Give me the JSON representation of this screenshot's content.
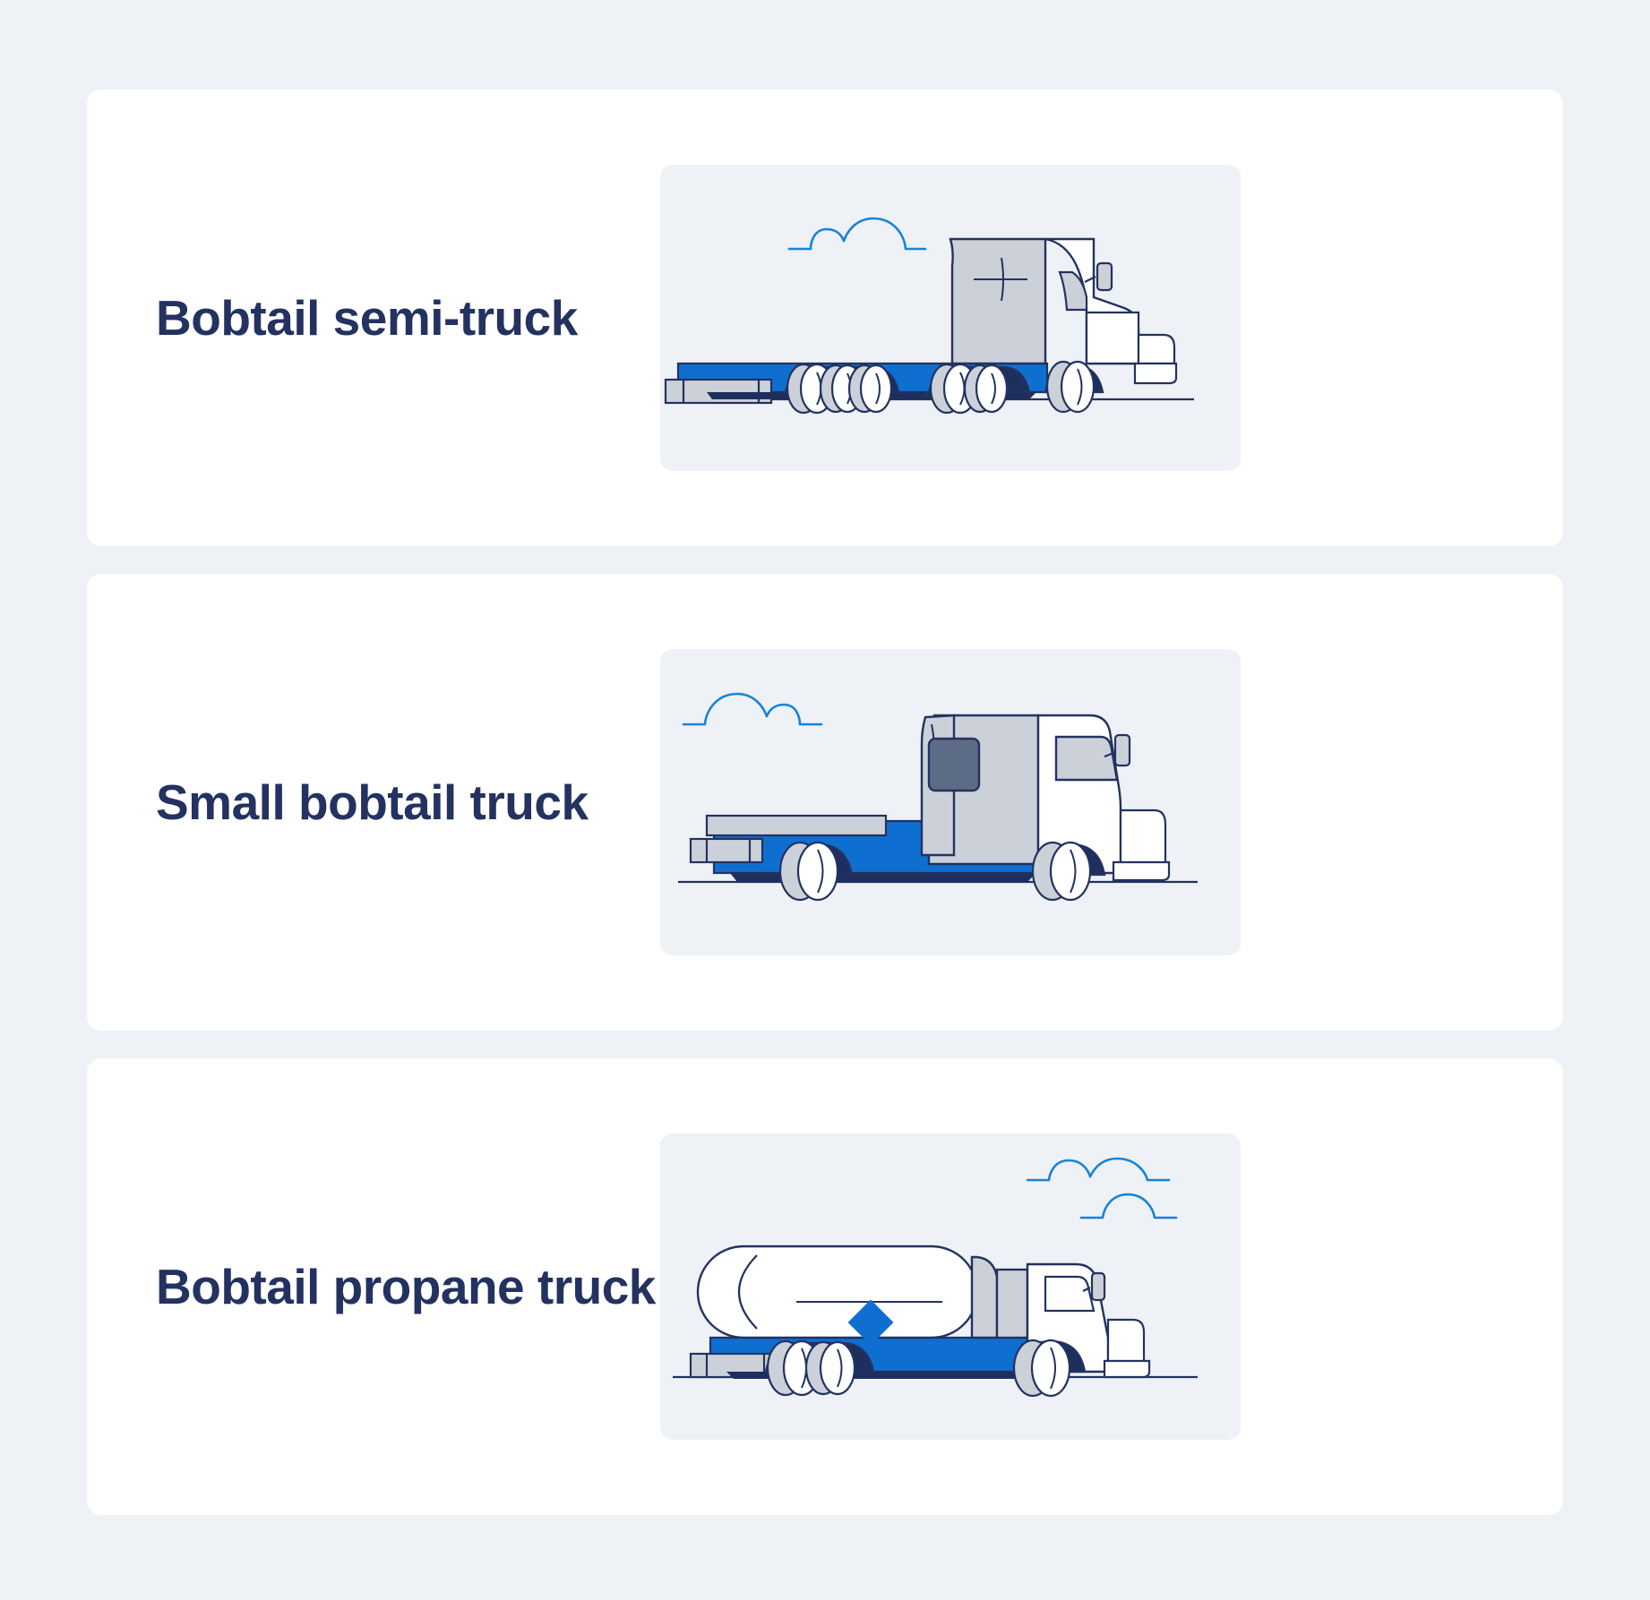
{
  "page": {
    "background_color": "#eef1f6",
    "card_background": "#ffffff",
    "illustration_panel_color": "#eef1f6"
  },
  "palette": {
    "navy": "#233260",
    "navy_dark": "#1e2f5e",
    "blue": "#0f6fd1",
    "blue_bright": "#1682d8",
    "gray": "#ccd1d9",
    "gray_light": "#d8dce3",
    "gray_dark": "#5c6b86",
    "white": "#ffffff"
  },
  "cards": [
    {
      "title": "Bobtail semi-truck",
      "illustration": {
        "name": "bobtail-semi-truck-illustration",
        "description": "Semi tractor with empty flatbed trailer and cloud",
        "features": [
          "cloud",
          "flatbed-trailer",
          "tandem-wheels",
          "sleeper-cab",
          "ground-line"
        ]
      }
    },
    {
      "title": "Small bobtail truck",
      "illustration": {
        "name": "small-bobtail-truck-illustration",
        "description": "Small flatbed box truck with cab and cloud",
        "features": [
          "cloud",
          "flat-bed",
          "cab-window",
          "two-wheels",
          "ground-line"
        ]
      }
    },
    {
      "title": "Bobtail propane truck",
      "illustration": {
        "name": "bobtail-propane-truck-illustration",
        "description": "Propane tanker truck with diamond placard and cloud",
        "features": [
          "cloud",
          "cylindrical-tank",
          "diamond-placard",
          "tandem-wheels",
          "cab",
          "ground-line"
        ]
      }
    }
  ]
}
